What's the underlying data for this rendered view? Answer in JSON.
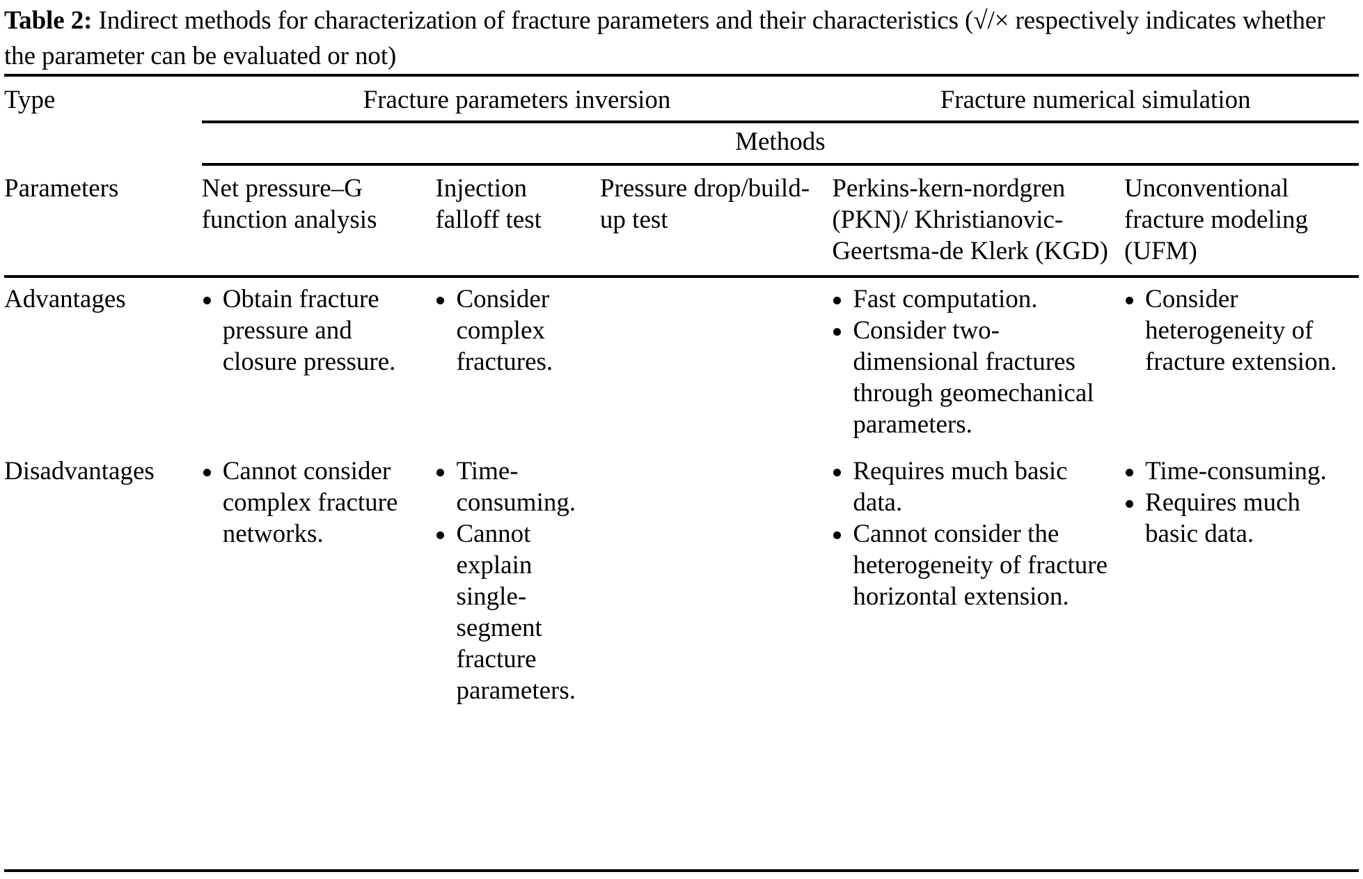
{
  "caption": {
    "label": "Table 2:",
    "text": " Indirect methods for characterization of fracture parameters and their characteristics (√/× respectively indicates whether the parameter can be evaluated or not)"
  },
  "table": {
    "row_label_type": "Type",
    "row_label_parameters": "Parameters",
    "row_label_advantages": "Advantages",
    "row_label_disadvantages": "Disadvantages",
    "methods_label": "Methods",
    "groups": [
      {
        "title": "Fracture parameters inversion",
        "span": 3
      },
      {
        "title": "Fracture numerical simulation",
        "span": 2
      }
    ],
    "columns": [
      "Net pressure–G function analysis",
      "Injection falloff test",
      "Pressure drop/build-up test",
      "Perkins-kern-nordgren (PKN)/ Khristianovic-Geertsma-de Klerk (KGD)",
      "Unconventional fracture modeling (UFM)"
    ],
    "advantages": [
      [
        "Obtain fracture pressure and closure pressure."
      ],
      [
        "Consider complex fractures."
      ],
      [],
      [
        "Fast computation.",
        "Consider two-dimensional fractures through geomechanical parameters."
      ],
      [
        "Consider heterogeneity of fracture extension."
      ]
    ],
    "disadvantages": [
      [
        "Cannot consider complex fracture networks."
      ],
      [
        "Time-consuming.",
        "Cannot explain single-segment fracture parameters."
      ],
      [],
      [
        "Requires much basic data.",
        "Cannot consider the heterogeneity of fracture horizontal extension."
      ],
      [
        "Time-consuming.",
        "Requires much basic data."
      ]
    ]
  }
}
